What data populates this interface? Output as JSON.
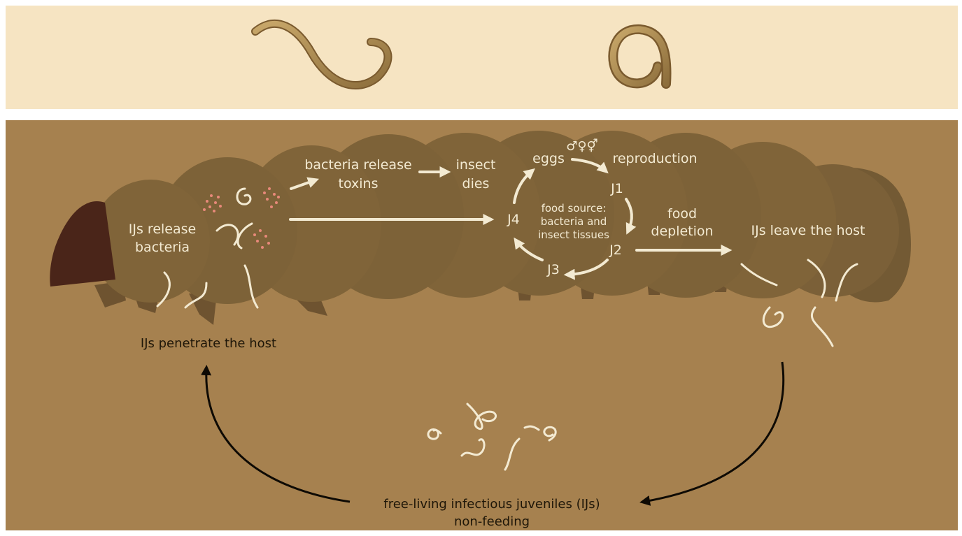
{
  "labels": {
    "ijs_release_bacteria": [
      "IJs release",
      "bacteria"
    ],
    "bacteria_release_toxins": [
      "bacteria release",
      "toxins"
    ],
    "insect_dies": [
      "insect",
      "dies"
    ],
    "eggs": "eggs",
    "sex_symbols": "♂♀⚥",
    "reproduction": "reproduction",
    "j1": "J1",
    "j2": "J2",
    "j3": "J3",
    "j4": "J4",
    "food_source": [
      "food source:",
      "bacteria and",
      "insect tissues"
    ],
    "food_depletion": [
      "food",
      "depletion"
    ],
    "ijs_leave_host": "IJs leave the host",
    "ijs_penetrate_host": "IJs penetrate the host",
    "free_living_ijs": [
      "free-living infectious juveniles (IJs)",
      "non-feeding"
    ]
  },
  "colors": {
    "top_panel": "#f6e4c2",
    "main_panel": "#a6814f",
    "larva_body": "#7f6337",
    "larva_head": "#4a2519",
    "light_text": "#f3ead2",
    "dark_text": "#1e1608",
    "bacteria": "#e8897a"
  }
}
